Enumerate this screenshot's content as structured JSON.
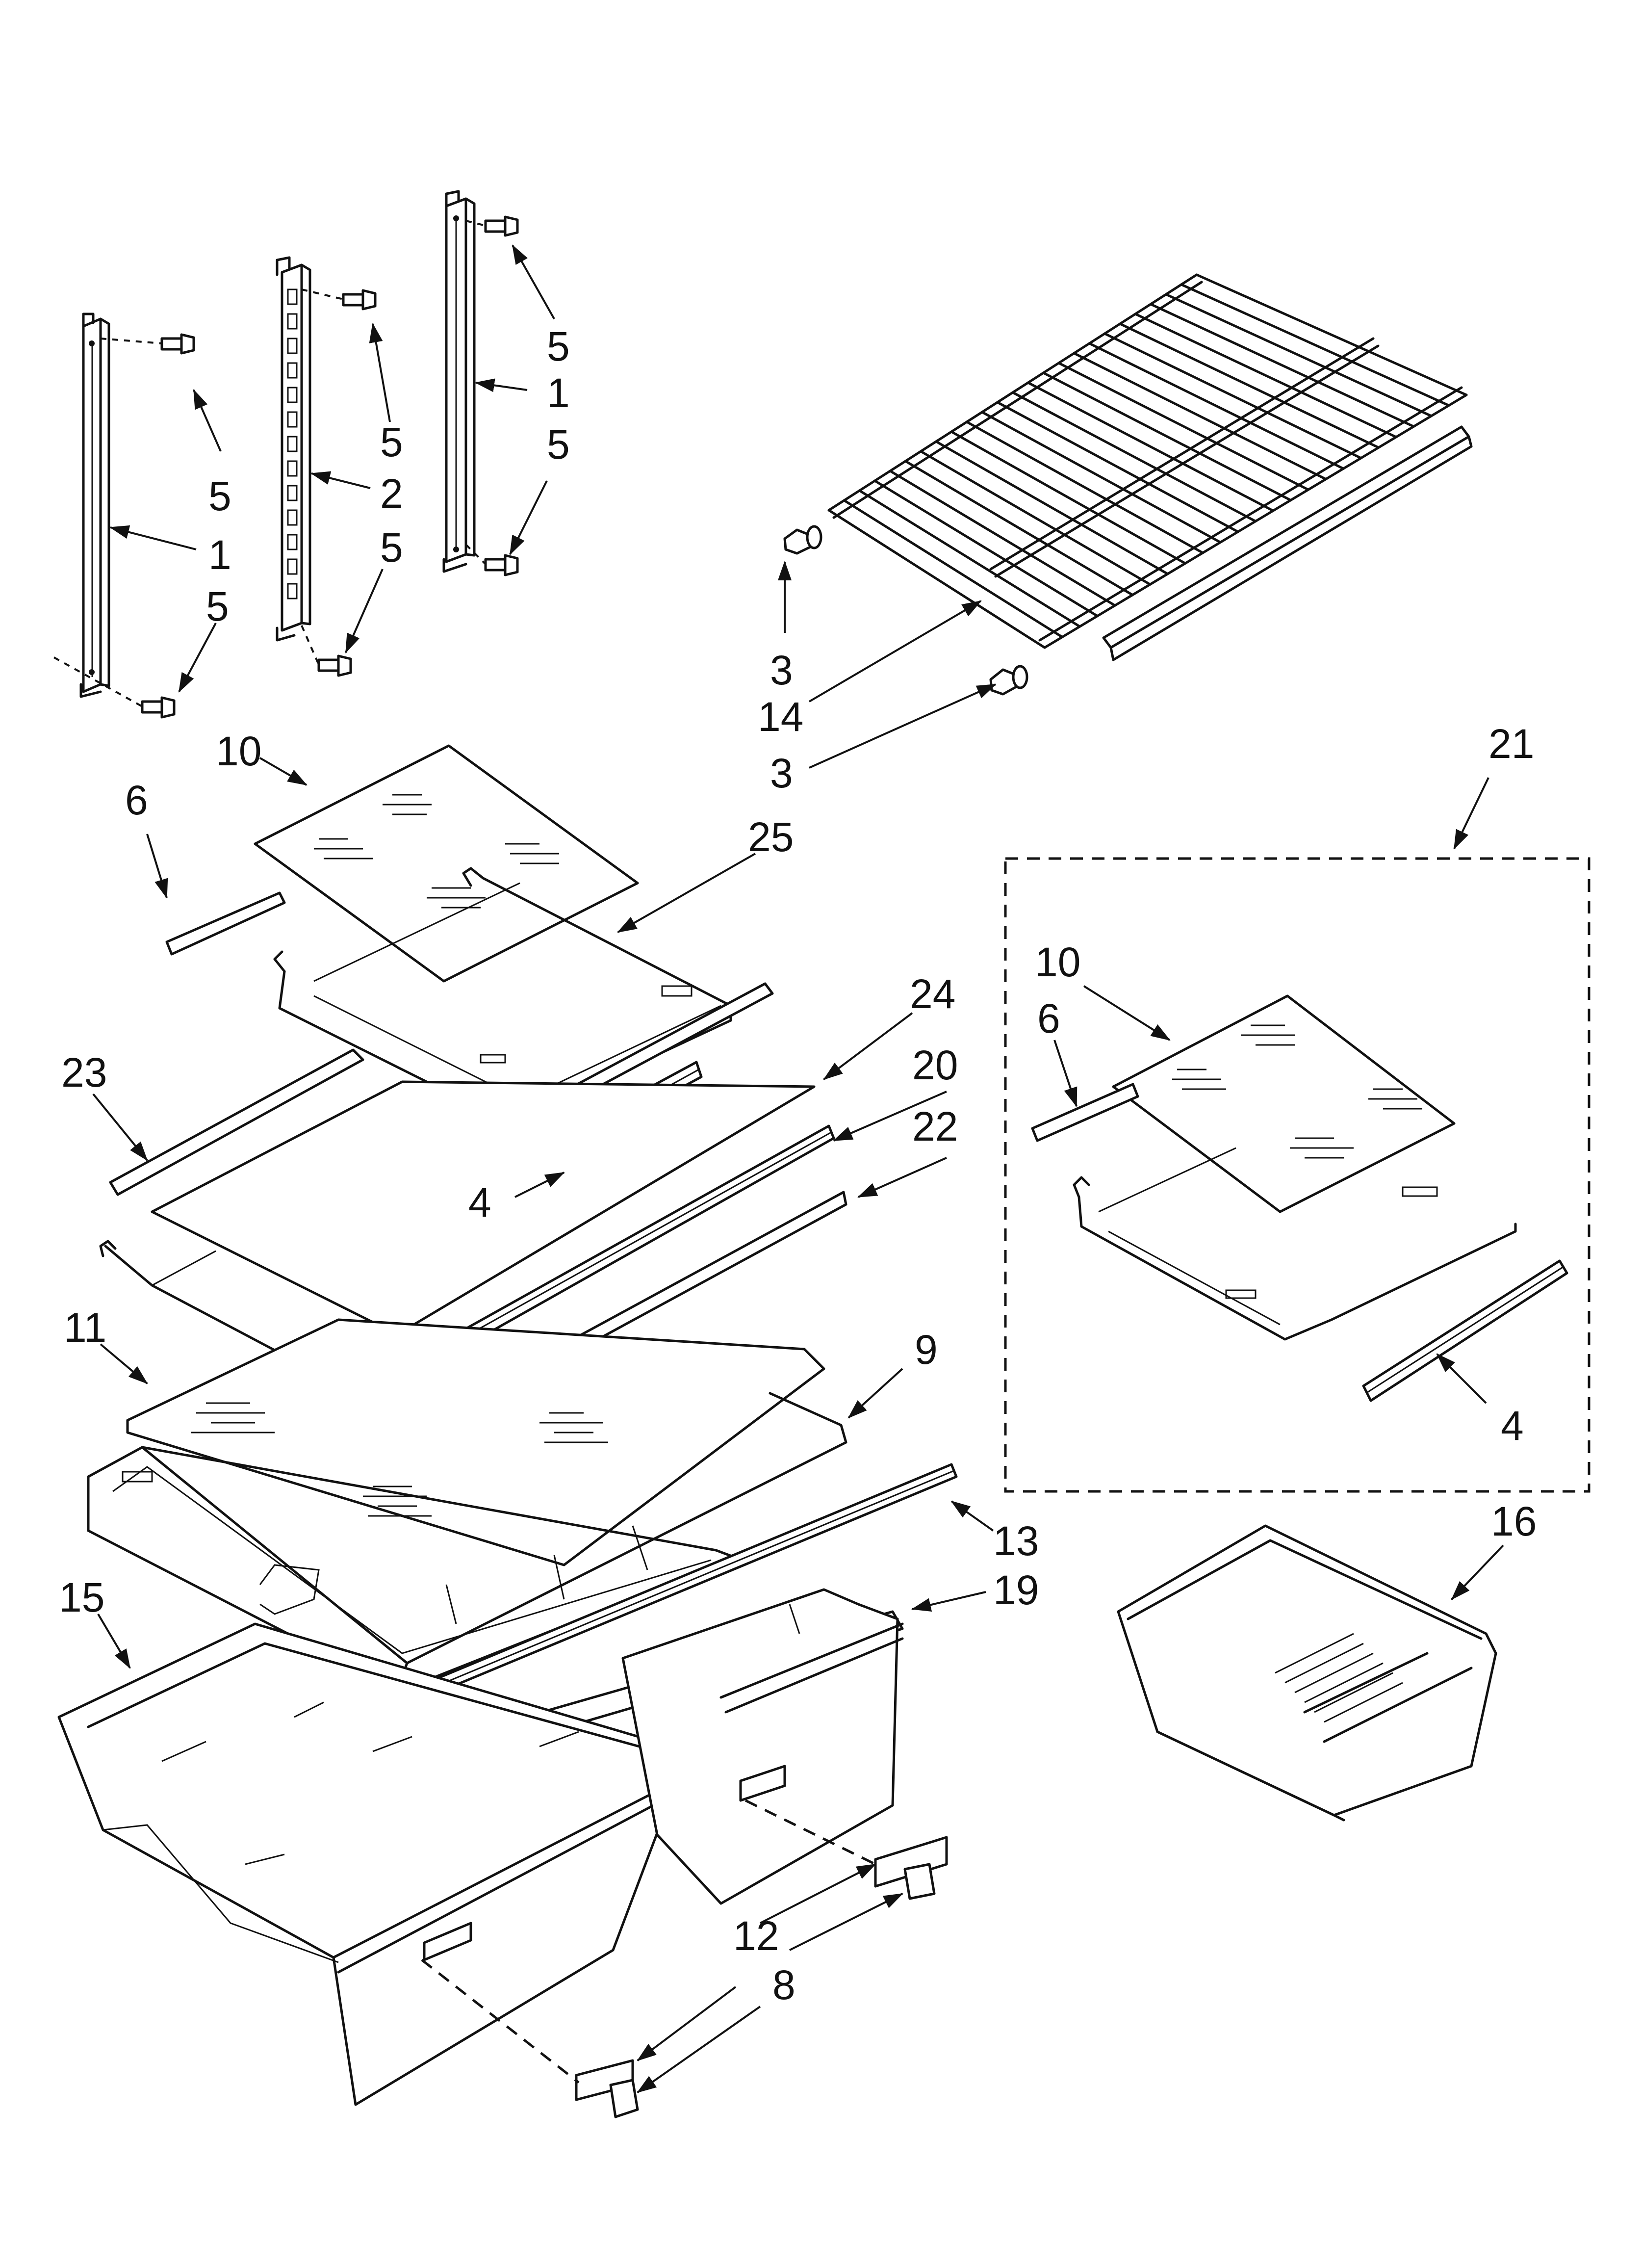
{
  "callouts": [
    {
      "id": "c-5a",
      "text": "5"
    },
    {
      "id": "c-1a",
      "text": "1"
    },
    {
      "id": "c-5b",
      "text": "5"
    },
    {
      "id": "c-5c",
      "text": "5"
    },
    {
      "id": "c-2",
      "text": "2"
    },
    {
      "id": "c-5d",
      "text": "5"
    },
    {
      "id": "c-5e",
      "text": "5"
    },
    {
      "id": "c-1b",
      "text": "1"
    },
    {
      "id": "c-5f",
      "text": "5"
    },
    {
      "id": "c-3a",
      "text": "3"
    },
    {
      "id": "c-14",
      "text": "14"
    },
    {
      "id": "c-3b",
      "text": "3"
    },
    {
      "id": "c-21",
      "text": "21"
    },
    {
      "id": "c-10a",
      "text": "10"
    },
    {
      "id": "c-6a",
      "text": "6"
    },
    {
      "id": "c-25",
      "text": "25"
    },
    {
      "id": "c-24",
      "text": "24"
    },
    {
      "id": "c-20",
      "text": "20"
    },
    {
      "id": "c-22",
      "text": "22"
    },
    {
      "id": "c-23",
      "text": "23"
    },
    {
      "id": "c-4a",
      "text": "4"
    },
    {
      "id": "c-10b",
      "text": "10"
    },
    {
      "id": "c-6b",
      "text": "6"
    },
    {
      "id": "c-4b",
      "text": "4"
    },
    {
      "id": "c-11",
      "text": "11"
    },
    {
      "id": "c-9",
      "text": "9"
    },
    {
      "id": "c-13",
      "text": "13"
    },
    {
      "id": "c-19",
      "text": "19"
    },
    {
      "id": "c-16",
      "text": "16"
    },
    {
      "id": "c-15",
      "text": "15"
    },
    {
      "id": "c-12",
      "text": "12"
    },
    {
      "id": "c-8",
      "text": "8"
    }
  ]
}
